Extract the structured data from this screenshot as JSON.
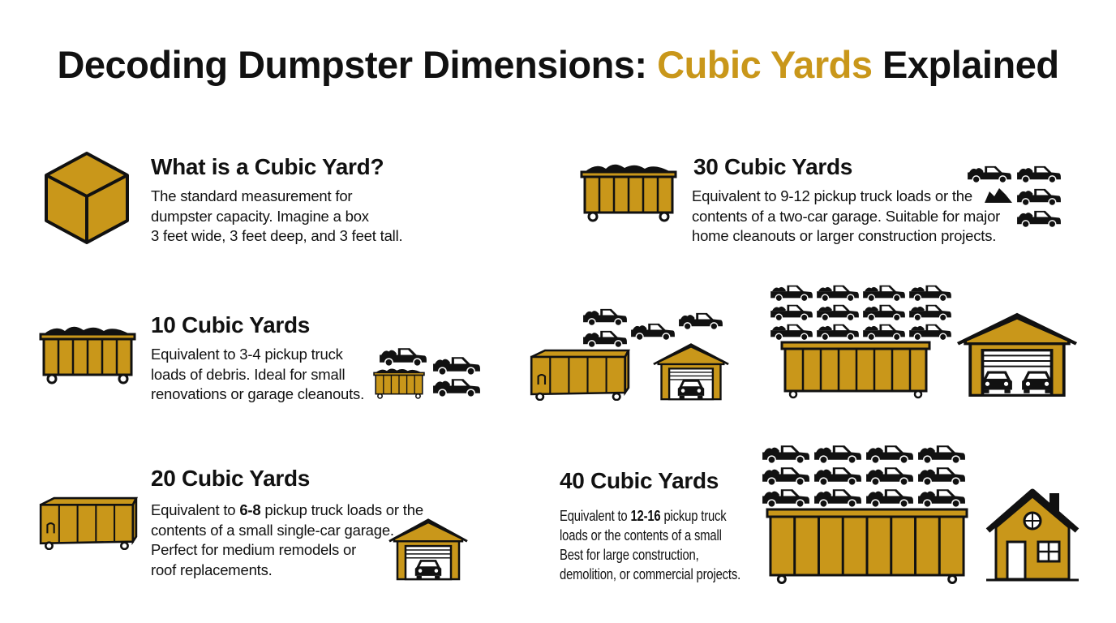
{
  "title": {
    "part1": "Decoding Dumpster Dimensions: ",
    "accent": "Cubic Yards",
    "part2": " Explained"
  },
  "colors": {
    "accent": "#C9971A",
    "text": "#111111"
  },
  "sections": {
    "what": {
      "heading": "What is a Cubic Yard?",
      "lines": [
        "The standard measurement for",
        "dumpster capacity. Imagine a box",
        "3 feet wide, 3 feet deep, and 3 feet tall."
      ],
      "icon": "cube-icon"
    },
    "ten": {
      "heading": "10 Cubic Yards",
      "lines": [
        "Equivalent to 3-4 pickup truck",
        "loads of debris. Ideal for small",
        "renovations or garage cleanouts."
      ]
    },
    "twenty": {
      "heading": "20 Cubic Yards",
      "pre": "Equivalent to ",
      "bold": "6-8",
      "post": " pickup truck loads or the",
      "lines": [
        "contents of a small single-car garage.",
        "Perfect for medium remodels or",
        "roof replacements."
      ]
    },
    "thirty": {
      "heading": "30 Cubic Yards",
      "lines": [
        "Equivalent to 9-12 pickup truck loads or the",
        "contents of a two-car garage. Suitable for major",
        "home cleanouts or larger construction projects."
      ]
    },
    "forty": {
      "heading": "40 Cubic Yards",
      "pre": "Equivalent to ",
      "bold": "12-16",
      "post": " pickup truck",
      "lines": [
        "loads or the contents of a small",
        "Best for large construction,",
        "demolition, or commercial projects."
      ]
    }
  }
}
